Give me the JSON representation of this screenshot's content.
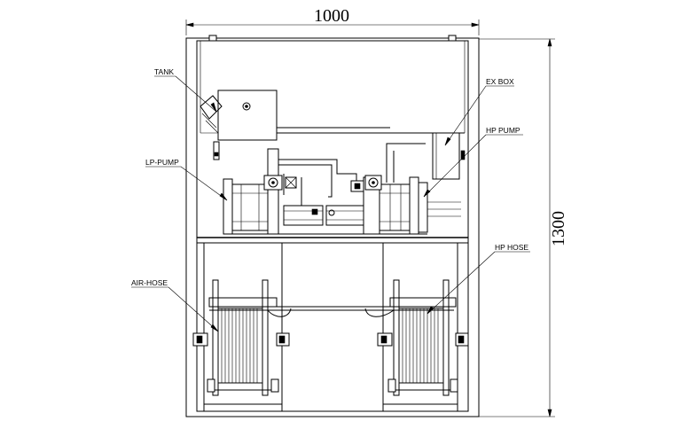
{
  "dimensions": {
    "width": "1000",
    "height": "1300"
  },
  "labels": {
    "tank": "TANK",
    "lp_pump": "LP-PUMP",
    "air_hose": "AIR-HOSE",
    "ex_box": "EX BOX",
    "hp_pump": "HP PUMP",
    "hp_hose": "HP HOSE"
  }
}
